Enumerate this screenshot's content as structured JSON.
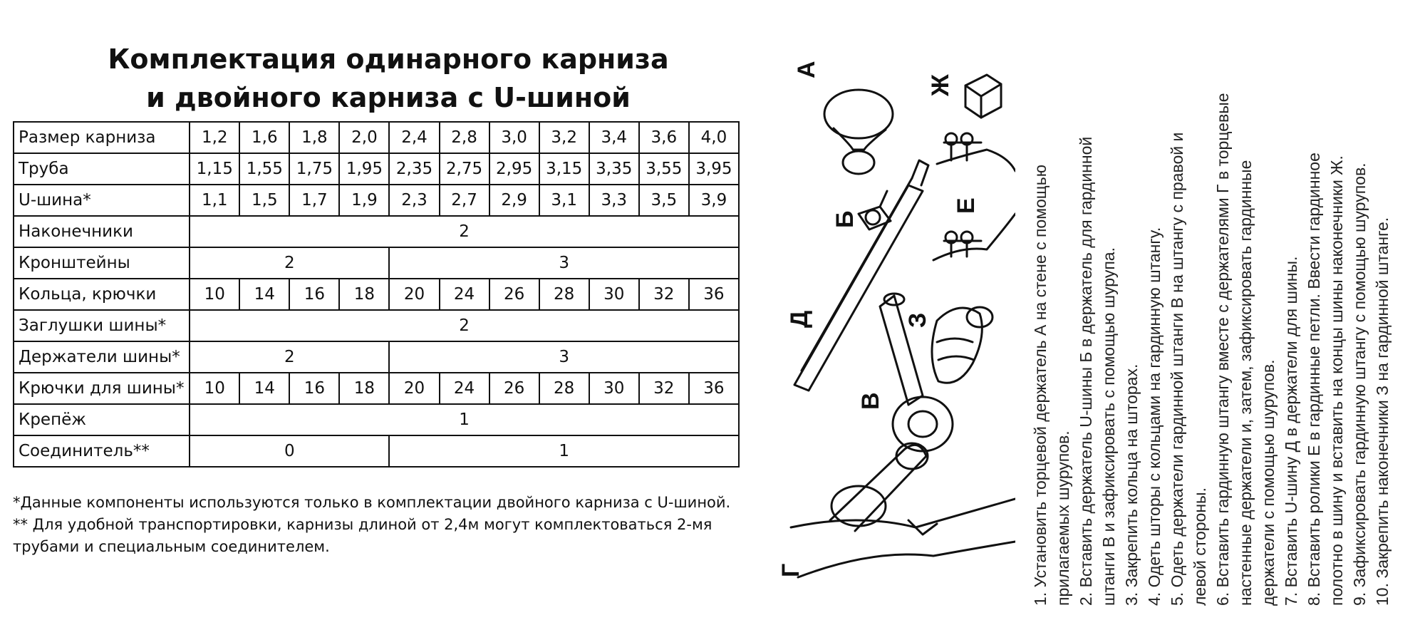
{
  "title": {
    "line1": "Комплектация одинарного карниза",
    "line2": "и двойного карниза с U-шиной"
  },
  "table": {
    "size_row": {
      "label": "Размер карниза",
      "values": [
        "1,2",
        "1,6",
        "1,8",
        "2,0",
        "2,4",
        "2,8",
        "3,0",
        "3,2",
        "3,4",
        "3,6",
        "4,0"
      ]
    },
    "pipe_row": {
      "label": "Труба",
      "values": [
        "1,15",
        "1,55",
        "1,75",
        "1,95",
        "2,35",
        "2,75",
        "2,95",
        "3,15",
        "3,35",
        "3,55",
        "3,95"
      ]
    },
    "rail_row": {
      "label": "U-шина*",
      "values": [
        "1,1",
        "1,5",
        "1,7",
        "1,9",
        "2,3",
        "2,7",
        "2,9",
        "3,1",
        "3,3",
        "3,5",
        "3,9"
      ]
    },
    "tips_row": {
      "label": "Наконечники",
      "value": "2"
    },
    "brackets_row": {
      "label": "Кронштейны",
      "left": "2",
      "right": "3"
    },
    "rings_row": {
      "label": "Кольца, крючки",
      "values": [
        "10",
        "14",
        "16",
        "18",
        "20",
        "24",
        "26",
        "28",
        "30",
        "32",
        "36"
      ]
    },
    "caps_row": {
      "label": "Заглушки шины*",
      "value": "2"
    },
    "holders_row": {
      "label": "Держатели шины*",
      "left": "2",
      "right": "3"
    },
    "hooks_row": {
      "label": "Крючки для шины*",
      "values": [
        "10",
        "14",
        "16",
        "18",
        "20",
        "24",
        "26",
        "28",
        "30",
        "32",
        "36"
      ]
    },
    "fasteners_row": {
      "label": "Крепёж",
      "value": "1"
    },
    "connector_row": {
      "label": "Соединитель**",
      "left": "0",
      "right": "1"
    }
  },
  "notes": {
    "n1": "*Данные компоненты используются только в комплектации двойного карниза с U-шиной.",
    "n2": "** Для удобной транспортировки, карнизы длиной от 2,4м могут комплектоваться 2-мя",
    "n3": "трубами и специальным соединителем."
  },
  "diagram": {
    "labels": {
      "a": "А",
      "b": "Б",
      "v": "В",
      "g": "Г",
      "d": "Д",
      "e": "Е",
      "zh": "Ж",
      "z": "З"
    }
  },
  "steps": [
    "1. Установить торцевой держатель А на стене с помощью",
    "прилагаемых шурупов.",
    "2. Вставить держатель U-шины Б в держатель для гардинной",
    "штанги В и зафиксировать с помощью шурупа.",
    "3. Закрепить кольца на шторах.",
    "4. Одеть шторы с кольцами на гардинную штангу.",
    "5. Одеть держатели гардинной штанги В на штангу с правой и",
    "левой стороны.",
    "6. Вставить гардинную штангу вместе с держателями Г в торцевые",
    "настенные держатели и, затем, зафиксировать гардинные",
    "держатели с помощью шурупов.",
    "7. Вставить U-шину Д в держатели для шины.",
    "8. Вставить ролики Е в гардинные петли. Ввести гардинное",
    "полотно в шину и вставить на концы шины наконечники Ж.",
    "9. Зафиксировать гардинную штангу с помощью шурупов.",
    "10. Закрепить наконечники З на гардинной штанге."
  ]
}
